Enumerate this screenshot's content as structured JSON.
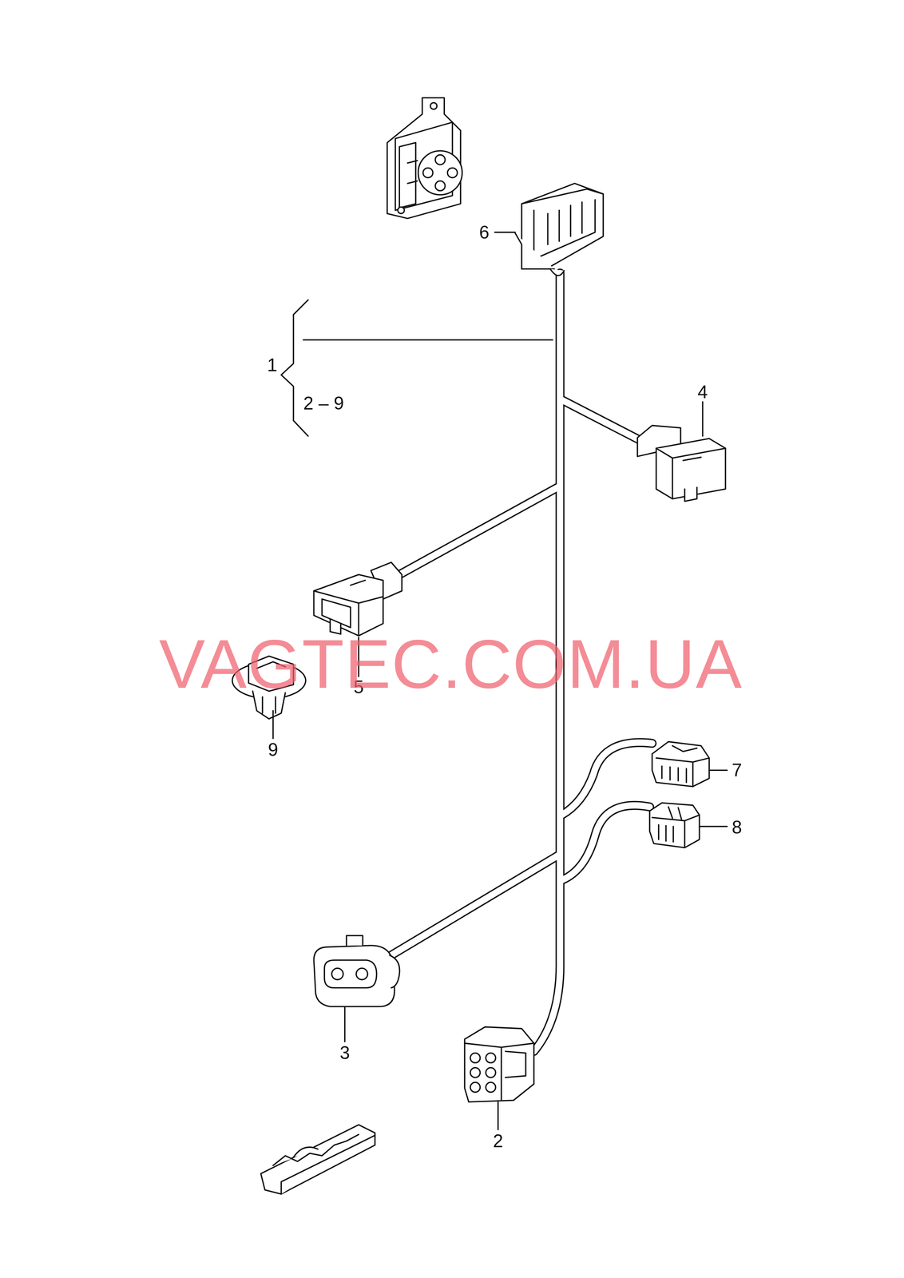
{
  "diagram": {
    "labels": [
      "1",
      "2 – 9",
      "6",
      "4",
      "5",
      "9",
      "7",
      "8",
      "3",
      "2",
      "VAGTEC.COM.UA"
    ]
  }
}
